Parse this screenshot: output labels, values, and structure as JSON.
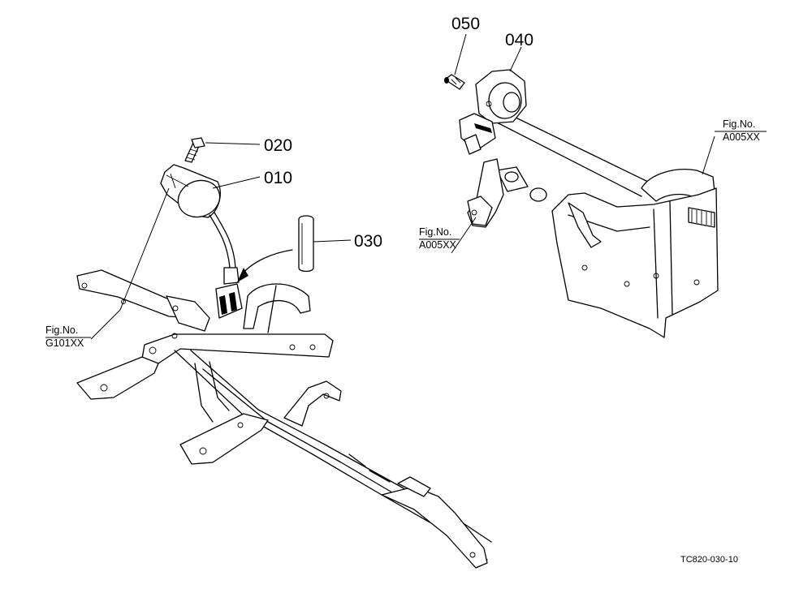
{
  "parts": [
    {
      "number": "010"
    },
    {
      "number": "020"
    },
    {
      "number": "030"
    },
    {
      "number": "040"
    },
    {
      "number": "050"
    }
  ],
  "fig_refs": [
    {
      "line1": "Fig.No.",
      "line2": "G101XX"
    },
    {
      "line1": "Fig.No.",
      "line2": "A005XX"
    },
    {
      "line1": "Fig.No.",
      "line2": "A005XX"
    }
  ],
  "drawing_code": "TC820-030-10"
}
